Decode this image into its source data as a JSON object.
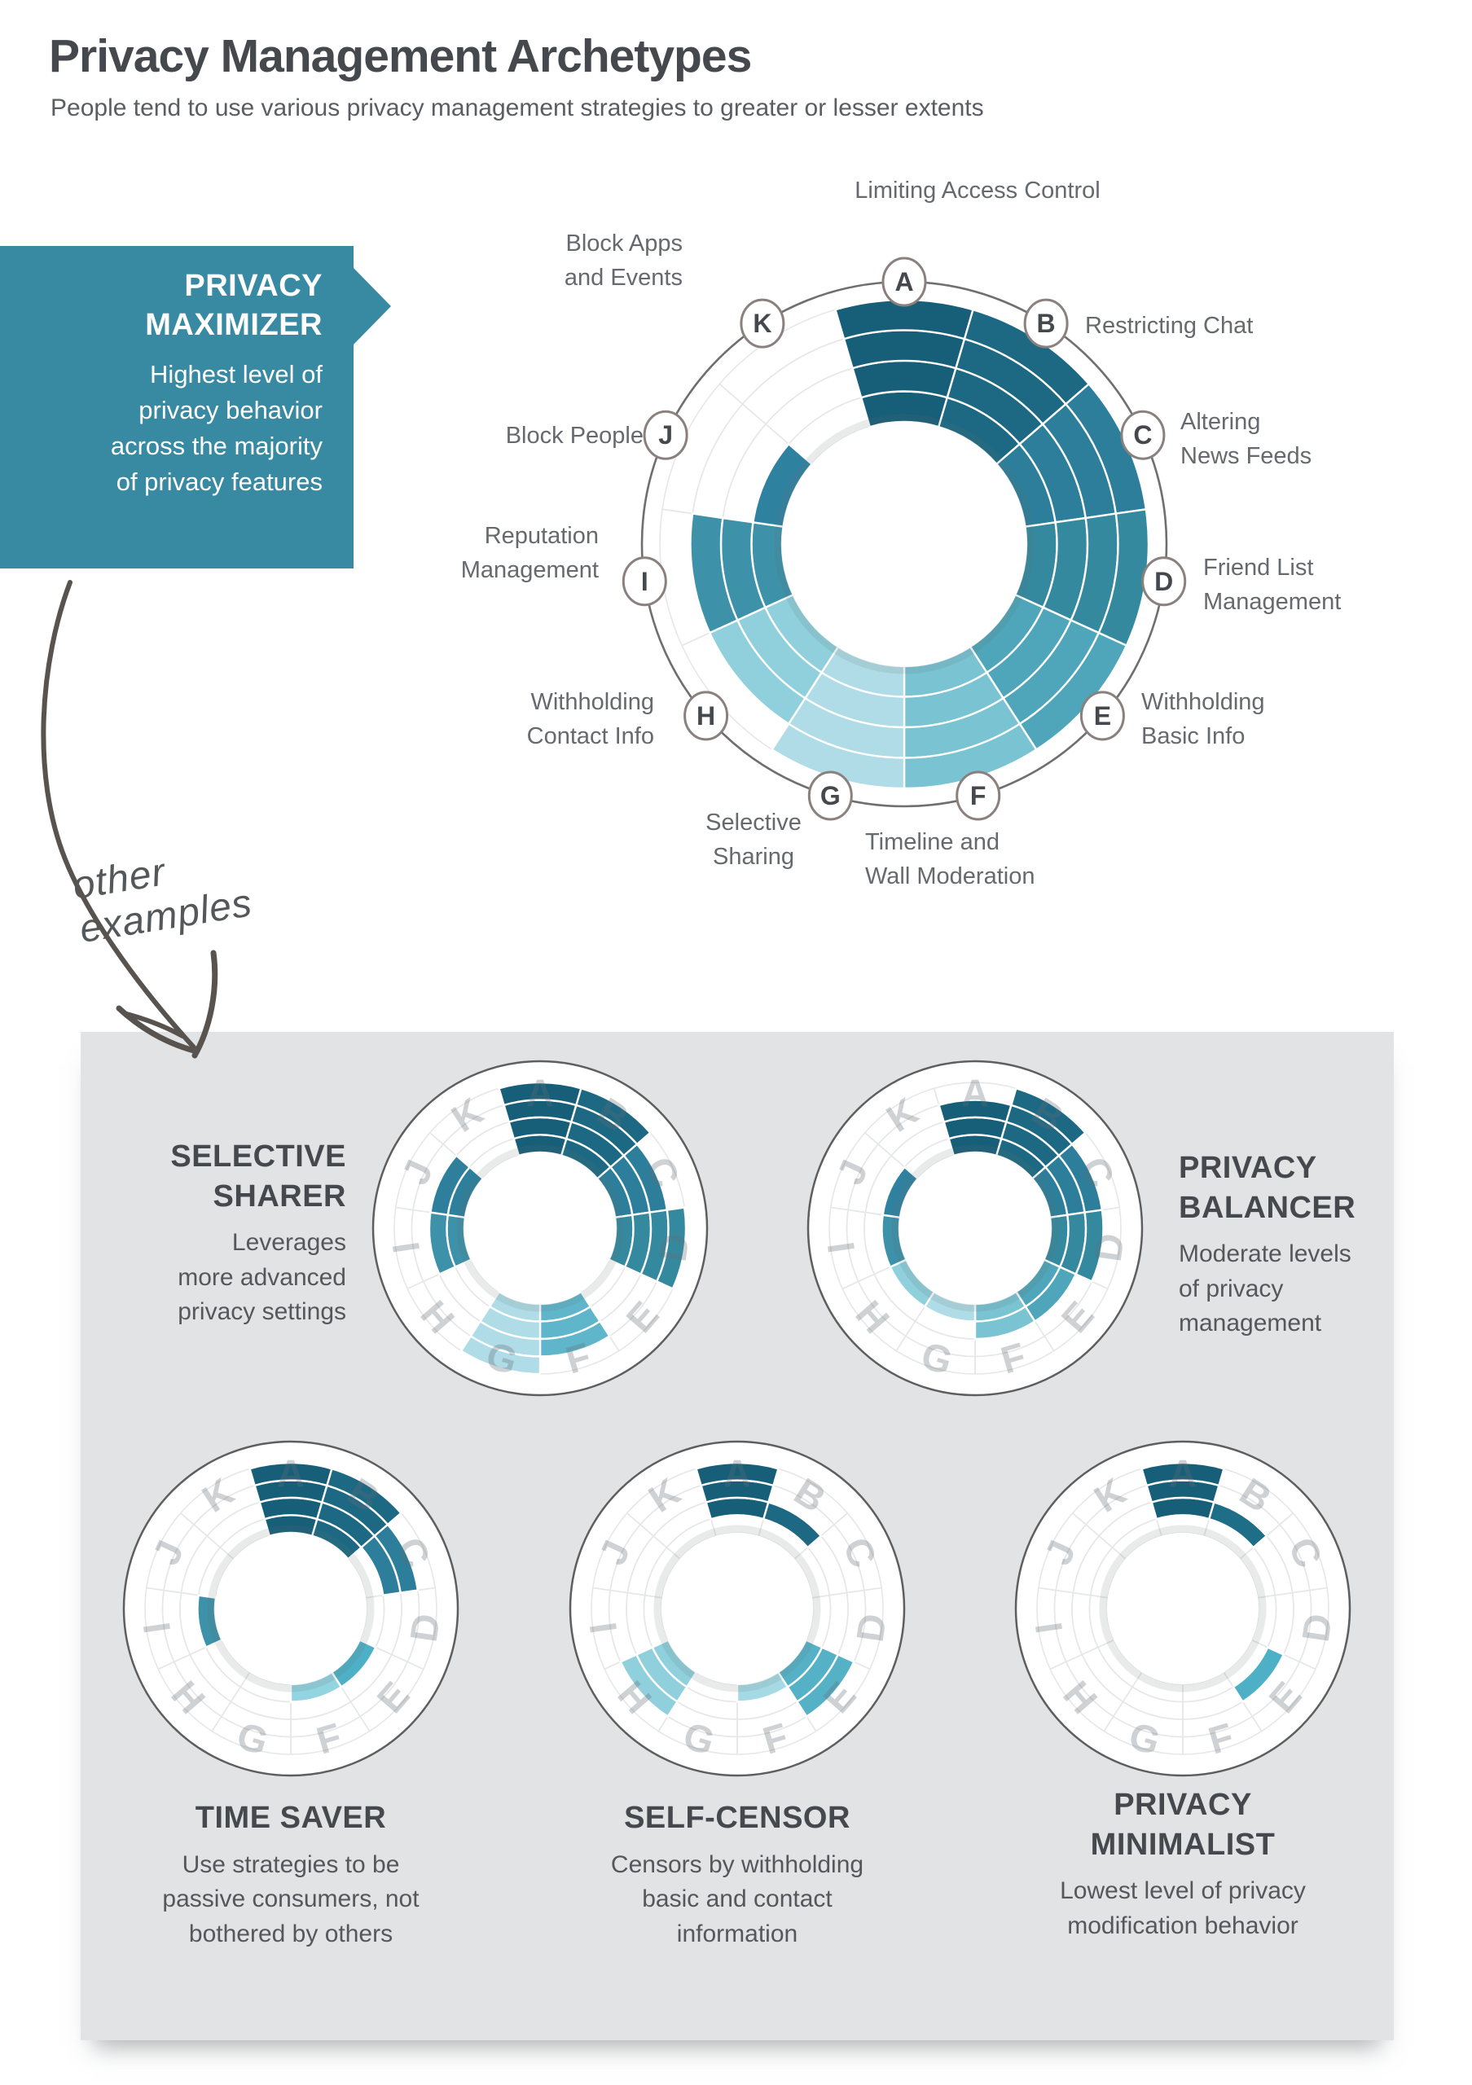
{
  "page": {
    "title": "Privacy Management Archetypes",
    "subtitle": "People tend to use various privacy management strategies to greater or lesser extents"
  },
  "callout": {
    "title": "PRIVACY MAXIMIZER",
    "title_lines": [
      "PRIVACY",
      "MAXIMIZER"
    ],
    "description": "Highest level of privacy behavior across the majority of privacy features",
    "description_lines": [
      "Highest level of",
      "privacy behavior",
      "across the majority",
      "of privacy features"
    ]
  },
  "note": {
    "text": "other examples",
    "lines": [
      "other",
      "examples"
    ]
  },
  "colors": {
    "accent_teal": "#3889A2",
    "panel_gray": "#E2E3E4",
    "title_dark": "#45494E",
    "body_gray": "#66696D",
    "avatar_dark": "#42474C",
    "grid_line": "#E6E7E8",
    "badge_border": "#8A817E",
    "outer_circle": "#6F6F6F"
  },
  "chart_data": {
    "type": "radial-rings",
    "rings": 4,
    "features": [
      {
        "letter": "A",
        "label": "Limiting Access Control",
        "lines": [
          "Limiting Access Control"
        ]
      },
      {
        "letter": "B",
        "label": "Restricting Chat",
        "lines": [
          "Restricting Chat"
        ]
      },
      {
        "letter": "C",
        "label": "Altering News Feeds",
        "lines": [
          "Altering",
          "News Feeds"
        ]
      },
      {
        "letter": "D",
        "label": "Friend List Management",
        "lines": [
          "Friend List",
          "Management"
        ]
      },
      {
        "letter": "E",
        "label": "Withholding Basic Info",
        "lines": [
          "Withholding",
          "Basic Info"
        ]
      },
      {
        "letter": "F",
        "label": "Timeline and Wall Moderation",
        "lines": [
          "Timeline and",
          "Wall Moderation"
        ]
      },
      {
        "letter": "G",
        "label": "Selective Sharing",
        "lines": [
          "Selective",
          "Sharing"
        ]
      },
      {
        "letter": "H",
        "label": "Withholding Contact Info",
        "lines": [
          "Withholding",
          "Contact Info"
        ]
      },
      {
        "letter": "I",
        "label": "Reputation Management",
        "lines": [
          "Reputation",
          "Management"
        ]
      },
      {
        "letter": "J",
        "label": "Block People",
        "lines": [
          "Block People"
        ]
      },
      {
        "letter": "K",
        "label": "Block Apps and Events",
        "lines": [
          "Block Apps",
          "and Events"
        ]
      }
    ],
    "main": {
      "name": "PRIVACY MAXIMIZER",
      "avatar": "man-glasses",
      "fills": [
        [
          "A",
          1,
          4,
          "#175E78"
        ],
        [
          "B",
          1,
          4,
          "#1D6983"
        ],
        [
          "C",
          1,
          4,
          "#2C7E9A"
        ],
        [
          "D",
          1,
          4,
          "#35899F"
        ],
        [
          "E",
          1,
          4,
          "#4FA6BA"
        ],
        [
          "F",
          1,
          4,
          "#79C3D3"
        ],
        [
          "G",
          1,
          4,
          "#AFDCE7"
        ],
        [
          "H",
          1,
          3,
          "#8FD0DC"
        ],
        [
          "I",
          1,
          3,
          "#3D91A9"
        ],
        [
          "J",
          1,
          1,
          "#2F81A0"
        ]
      ]
    },
    "minis": [
      {
        "name": "SELECTIVE SHARER",
        "name_lines": [
          "SELECTIVE",
          "SHARER"
        ],
        "description": "Leverages more advanced privacy settings",
        "desc_lines": [
          "Leverages",
          "more advanced",
          "privacy settings"
        ],
        "avatar": "woman-curly",
        "fills": [
          [
            "A",
            1,
            4,
            "#175E78"
          ],
          [
            "B",
            1,
            4,
            "#1D6983"
          ],
          [
            "C",
            1,
            3,
            "#2C7E9A"
          ],
          [
            "D",
            1,
            4,
            "#35899F"
          ],
          [
            "F",
            1,
            3,
            "#5FB6CB"
          ],
          [
            "G",
            1,
            4,
            "#AFDCE7"
          ],
          [
            "I",
            1,
            2,
            "#3D91A9"
          ],
          [
            "J",
            1,
            2,
            "#2D7F9B"
          ]
        ]
      },
      {
        "name": "PRIVACY BALANCER",
        "name_lines": [
          "PRIVACY",
          "BALANCER"
        ],
        "description": "Moderate levels of privacy management",
        "desc_lines": [
          "Moderate levels",
          "of privacy",
          "management"
        ],
        "avatar": "man-goatee",
        "fills": [
          [
            "A",
            1,
            3,
            "#175E78"
          ],
          [
            "B",
            1,
            4,
            "#1D6983"
          ],
          [
            "C",
            1,
            3,
            "#2C7E9A"
          ],
          [
            "D",
            1,
            3,
            "#35899F"
          ],
          [
            "E",
            1,
            2,
            "#4FA6BA"
          ],
          [
            "F",
            1,
            2,
            "#79C3D3"
          ],
          [
            "G",
            1,
            1,
            "#AFDCE7"
          ],
          [
            "H",
            1,
            1,
            "#8FD0DC"
          ],
          [
            "I",
            1,
            1,
            "#3D91A9"
          ],
          [
            "J",
            1,
            1,
            "#2F81A0"
          ]
        ]
      },
      {
        "name": "TIME SAVER",
        "name_lines": [
          "TIME SAVER"
        ],
        "description": "Use strategies to be passive consumers, not bothered by others",
        "desc_lines": [
          "Use strategies to be",
          "passive consumers, not",
          "bothered by others"
        ],
        "avatar": "man-plain",
        "fills": [
          [
            "A",
            1,
            4,
            "#175E78"
          ],
          [
            "B",
            1,
            4,
            "#1D6983"
          ],
          [
            "C",
            2,
            3,
            "#2C7E9A"
          ],
          [
            "E",
            1,
            1,
            "#4DB0C6"
          ],
          [
            "F",
            1,
            1,
            "#92D4E0"
          ],
          [
            "I",
            1,
            1,
            "#3D91A9"
          ]
        ]
      },
      {
        "name": "SELF-CENSOR",
        "name_lines": [
          "SELF-CENSOR"
        ],
        "description": "Censors by withholding basic and contact information",
        "desc_lines": [
          "Censors by withholding",
          "basic and contact",
          "information"
        ],
        "avatar": "woman-wavy",
        "fills": [
          [
            "A",
            2,
            4,
            "#175E78"
          ],
          [
            "B",
            2,
            2,
            "#1D6983"
          ],
          [
            "E",
            1,
            3,
            "#55B2C6"
          ],
          [
            "F",
            1,
            1,
            "#A5DAE4"
          ],
          [
            "H",
            1,
            3,
            "#8FD0DC"
          ]
        ]
      },
      {
        "name": "PRIVACY MINIMALIST",
        "name_lines": [
          "PRIVACY",
          "MINIMALIST"
        ],
        "description": "Lowest level of privacy modification behavior",
        "desc_lines": [
          "Lowest level of privacy",
          "modification behavior"
        ],
        "avatar": "person-fringe",
        "fills": [
          [
            "A",
            2,
            4,
            "#175E78"
          ],
          [
            "B",
            2,
            2,
            "#1F6E88"
          ],
          [
            "E",
            2,
            2,
            "#4DB0C6"
          ]
        ]
      }
    ]
  }
}
